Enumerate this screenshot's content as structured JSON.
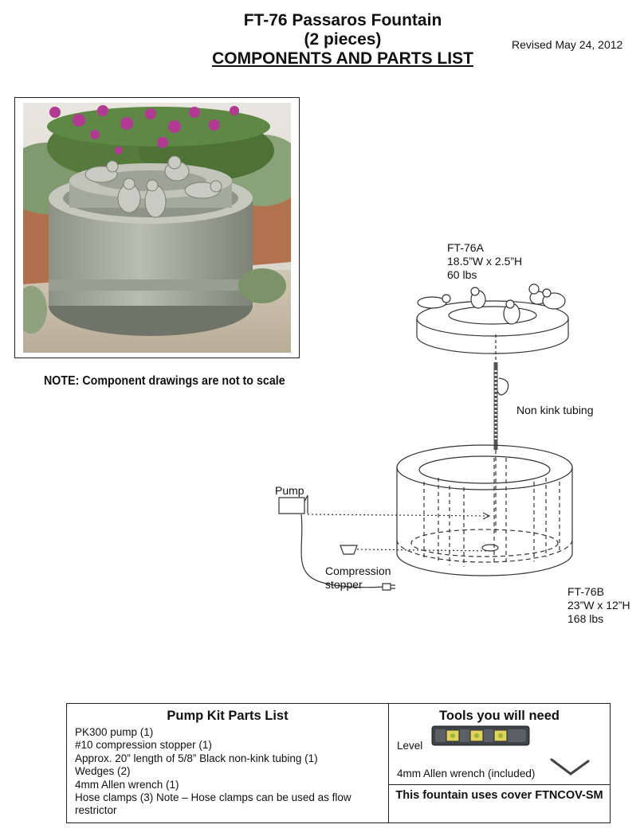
{
  "header": {
    "title_line1": "FT-76 Passaros Fountain",
    "title_line2": "(2 pieces)",
    "title_line3": "COMPONENTS AND PARTS LIST",
    "revised": "Revised May 24, 2012"
  },
  "note": "NOTE: Component drawings are not to scale",
  "diagram": {
    "top_piece": {
      "code": "FT-76A",
      "dims": "18.5”W x 2.5”H",
      "weight": "60 lbs"
    },
    "tubing_label": "Non kink tubing",
    "pump_label": "Pump",
    "stopper_line1": "Compression",
    "stopper_line2": "stopper",
    "base_piece": {
      "code": "FT-76B",
      "dims": "23”W x 12”H",
      "weight": "168 lbs"
    }
  },
  "parts_kit": {
    "heading": "Pump Kit Parts List",
    "items": [
      "PK300 pump (1)",
      "#10 compression stopper (1)",
      "Approx. 20” length of 5/8” Black non-kink tubing (1)",
      "Wedges (2)",
      "4mm Allen wrench (1)",
      "Hose clamps (3) Note – Hose clamps can be used as flow restrictor"
    ]
  },
  "tools": {
    "heading": "Tools you will need",
    "level_label": "Level",
    "wrench_label": "4mm Allen wrench (included)",
    "cover_note": "This fountain uses cover FTNCOV-SM"
  }
}
